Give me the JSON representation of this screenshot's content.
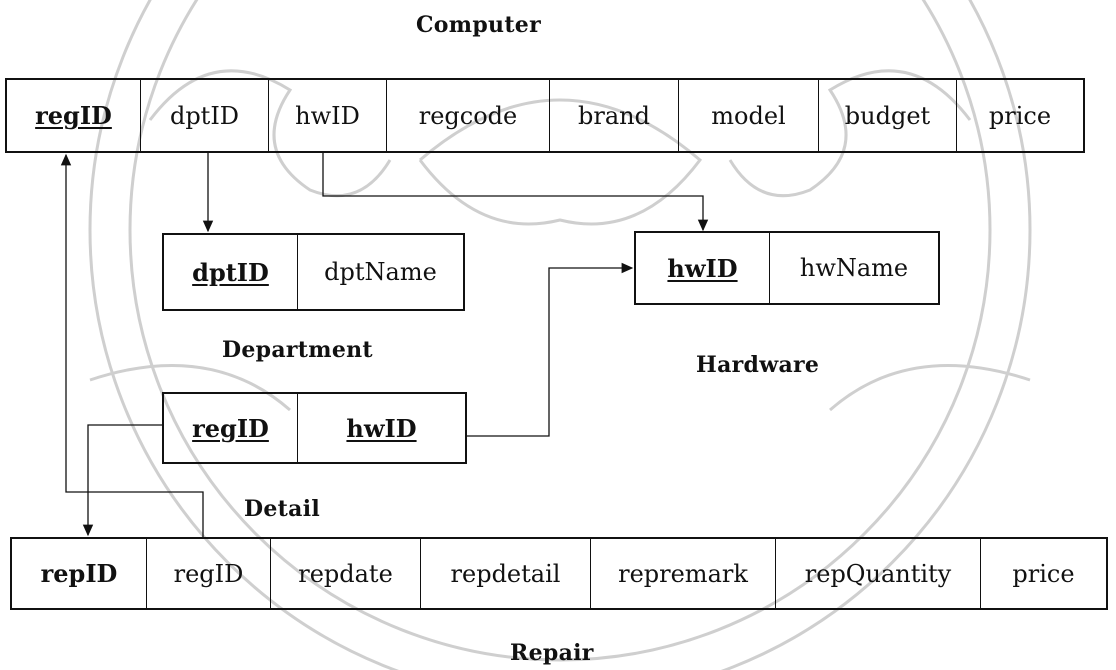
{
  "tables": {
    "computer": {
      "title": "Computer",
      "columns": [
        {
          "label": "regID",
          "pk": true
        },
        {
          "label": "dptID",
          "pk": false
        },
        {
          "label": "hwID",
          "pk": false
        },
        {
          "label": "regcode",
          "pk": false
        },
        {
          "label": "brand",
          "pk": false
        },
        {
          "label": "model",
          "pk": false
        },
        {
          "label": "budget",
          "pk": false
        },
        {
          "label": "price",
          "pk": false
        }
      ]
    },
    "department": {
      "title": "Department",
      "columns": [
        {
          "label": "dptID",
          "pk": true
        },
        {
          "label": "dptName",
          "pk": false
        }
      ]
    },
    "hardware": {
      "title": "Hardware",
      "columns": [
        {
          "label": "hwID",
          "pk": true
        },
        {
          "label": "hwName",
          "pk": false
        }
      ]
    },
    "detail": {
      "title": "Detail",
      "columns": [
        {
          "label": "regID",
          "pk": true
        },
        {
          "label": "hwID",
          "pk": true
        }
      ]
    },
    "repair": {
      "title": "Repair",
      "columns": [
        {
          "label": "repID",
          "pk": true,
          "underline": false
        },
        {
          "label": "regID",
          "pk": false
        },
        {
          "label": "repdate",
          "pk": false
        },
        {
          "label": "repdetail",
          "pk": false
        },
        {
          "label": "repremark",
          "pk": false
        },
        {
          "label": "repQuantity",
          "pk": false
        },
        {
          "label": "price",
          "pk": false
        }
      ]
    }
  },
  "colors": {
    "line": "#111111",
    "watermark": "#c8c8c8"
  }
}
